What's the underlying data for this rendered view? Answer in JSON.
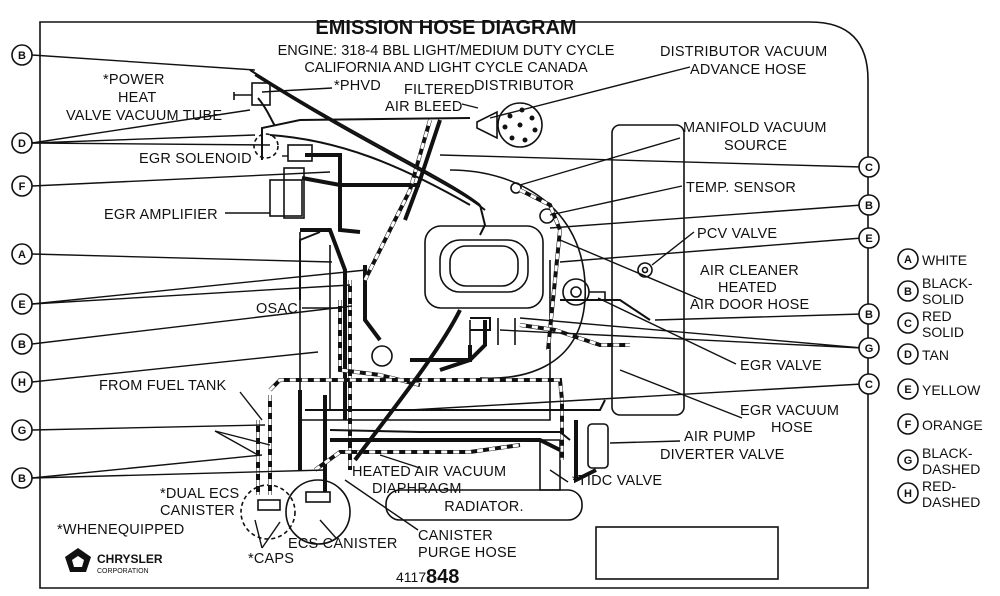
{
  "title": "EMISSION HOSE DIAGRAM",
  "subtitle_lines": [
    "ENGINE: 318-4 BBL LIGHT/MEDIUM DUTY CYCLE",
    "CALIFORNIA AND LIGHT CYCLE CANADA"
  ],
  "labels": {
    "power_heat_1": "*POWER",
    "power_heat_2": "HEAT",
    "power_heat_3": "VALVE VACUUM TUBE",
    "phvd": "*PHVD",
    "filtered_1": "FILTERED",
    "filtered_2": "AIR BLEED",
    "distributor": "DISTRIBUTOR",
    "dist_vac_1": "DISTRIBUTOR VACUUM",
    "dist_vac_2": "ADVANCE HOSE",
    "manifold_1": "MANIFOLD VACUUM",
    "manifold_2": "SOURCE",
    "egr_solenoid": "EGR SOLENOID",
    "temp_sensor": "TEMP. SENSOR",
    "egr_amplifier": "EGR AMPLIFIER",
    "pcv_valve": "PCV VALVE",
    "air_cleaner_1": "AIR CLEANER",
    "air_cleaner_2": "HEATED",
    "air_cleaner_3": "AIR DOOR HOSE",
    "osac": "OSAC",
    "egr_valve": "EGR VALVE",
    "from_fuel_tank": "FROM FUEL TANK",
    "egr_vac_1": "EGR VACUUM",
    "egr_vac_2": "HOSE",
    "air_pump_1": "AIR PUMP",
    "air_pump_2": "DIVERTER VALVE",
    "heated_air_1": "HEATED AIR VACUUM",
    "heated_air_2": "DIAPHRAGM",
    "tidc": "*TIDC VALVE",
    "dual_ecs_1": "*DUAL ECS",
    "dual_ecs_2": "CANISTER",
    "radiator": "RADIATOR.",
    "when_equipped": "*WHENEQUIPPED",
    "canister_purge_1": "CANISTER",
    "canister_purge_2": "PURGE HOSE",
    "ecs_canister": "ECS CANISTER",
    "caps": "*CAPS",
    "chrysler": "CHRYSLER",
    "corporation": "CORPORATION",
    "part_prefix": "4117",
    "part_number": "848"
  },
  "callouts": {
    "B": "B",
    "C": "C",
    "D": "D",
    "E": "E",
    "F": "F",
    "G": "G",
    "H": "H",
    "A": "A"
  },
  "legend": [
    {
      "code": "A",
      "text1": "WHITE",
      "text2": ""
    },
    {
      "code": "B",
      "text1": "BLACK-",
      "text2": "SOLID"
    },
    {
      "code": "C",
      "text1": "RED",
      "text2": "SOLID"
    },
    {
      "code": "D",
      "text1": "TAN",
      "text2": ""
    },
    {
      "code": "E",
      "text1": "YELLOW",
      "text2": ""
    },
    {
      "code": "F",
      "text1": "ORANGE",
      "text2": ""
    },
    {
      "code": "G",
      "text1": "BLACK-",
      "text2": "DASHED"
    },
    {
      "code": "H",
      "text1": "RED-",
      "text2": "DASHED"
    }
  ]
}
